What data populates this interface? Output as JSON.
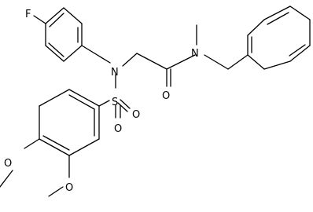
{
  "molecule": {
    "atoms": {
      "F": "F",
      "N_sulfonamide": "N",
      "N_amide": "N",
      "S": "S",
      "O_sulfonyl_1": "O",
      "O_sulfonyl_2": "O",
      "O_carbonyl": "O",
      "O_methoxy_1": "O",
      "O_methoxy_2": "O"
    }
  }
}
